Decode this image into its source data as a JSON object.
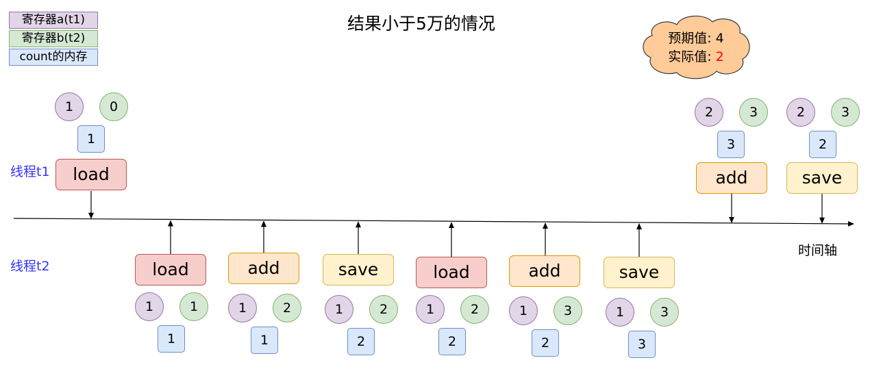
{
  "title": "结果小于5万的情况",
  "legend": {
    "reg_a": "寄存器a(t1)",
    "reg_b": "寄存器b(t2)",
    "memory": "count的内存"
  },
  "cloud": {
    "expected_label": "预期值:",
    "expected_value": "4",
    "actual_label": "实际值:",
    "actual_value": "2",
    "actual_color": "#ff0000"
  },
  "threads": {
    "t1_label": "线程t1",
    "t2_label": "线程t2"
  },
  "axis_label": "时间轴",
  "colors": {
    "load": "#f8cecc",
    "add": "#ffe6cc",
    "save": "#fff2cc",
    "reg_a": "#e1d5e7",
    "reg_b": "#d5e8d4",
    "memory": "#dae8fc",
    "thread_label": "#3333ff"
  },
  "steps": [
    {
      "thread": "t1",
      "op": "load",
      "reg_a": "1",
      "reg_b": "0",
      "mem": "1"
    },
    {
      "thread": "t2",
      "op": "load",
      "reg_a": "1",
      "reg_b": "1",
      "mem": "1"
    },
    {
      "thread": "t2",
      "op": "add",
      "reg_a": "1",
      "reg_b": "2",
      "mem": "1"
    },
    {
      "thread": "t2",
      "op": "save",
      "reg_a": "1",
      "reg_b": "2",
      "mem": "2"
    },
    {
      "thread": "t2",
      "op": "load",
      "reg_a": "1",
      "reg_b": "2",
      "mem": "2"
    },
    {
      "thread": "t2",
      "op": "add",
      "reg_a": "1",
      "reg_b": "3",
      "mem": "2"
    },
    {
      "thread": "t2",
      "op": "save",
      "reg_a": "1",
      "reg_b": "3",
      "mem": "3"
    },
    {
      "thread": "t1",
      "op": "add",
      "reg_a": "2",
      "reg_b": "3",
      "mem": "3"
    },
    {
      "thread": "t1",
      "op": "save",
      "reg_a": "2",
      "reg_b": "3",
      "mem": "2"
    }
  ]
}
